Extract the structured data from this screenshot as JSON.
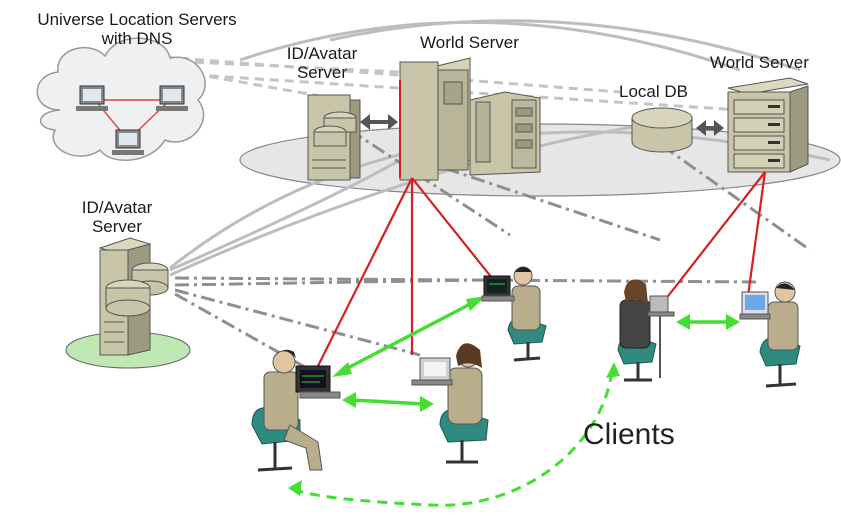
{
  "labels": {
    "uls_line1": "Universe Location Servers",
    "uls_line2": "with DNS",
    "id_avatar_top_line1": "ID/Avatar",
    "id_avatar_top_line2": "Server",
    "world_server_main": "World Server",
    "local_db": "Local DB",
    "world_server_right": "World Server",
    "id_avatar_left_line1": "ID/Avatar",
    "id_avatar_left_line2": "Server",
    "clients": "Clients"
  },
  "colors": {
    "server_body": "#c9c5a8",
    "server_shadow": "#9e9a80",
    "platform": "#e6e6e6",
    "green_platform": "#bfe8b4",
    "cloud": "#eef0f2",
    "link_red": "#d42020",
    "link_green": "#44dd33",
    "link_gray": "#9a9a9a",
    "person_suit": "#b8ae8c",
    "chair": "#2f8a80"
  },
  "icons": {
    "cloud": "cloud-icon",
    "server": "server-tower-icon",
    "database": "database-cylinder-icon",
    "person": "person-at-desk-icon",
    "monitor": "monitor-icon"
  }
}
